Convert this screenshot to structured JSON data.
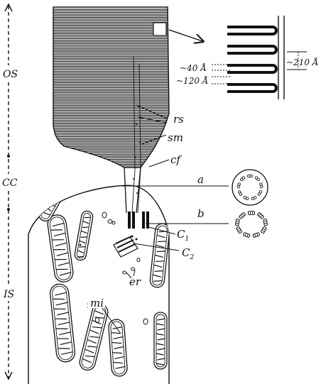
{
  "figure": {
    "regions": [
      "OS",
      "CC",
      "IS"
    ],
    "labels": {
      "rs": "rs",
      "sm": "sm",
      "cf": "cf",
      "a": "a",
      "b": "b",
      "c1_main": "C",
      "c1_sub": "1",
      "c2_main": "C",
      "c2_sub": "2",
      "er": "er",
      "mi": "mi"
    },
    "measurements": {
      "spacing": "~210 Å",
      "d1": "~40 Å",
      "d2": "~120 Å"
    }
  },
  "colors": {
    "ink": "#111111",
    "paper": "#ffffff"
  }
}
